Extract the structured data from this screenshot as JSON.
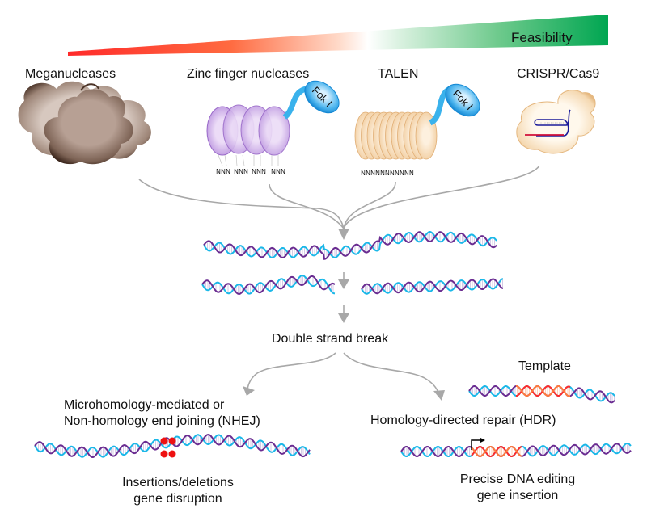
{
  "feasibility_bar": {
    "label": "Feasibility",
    "direction": "increasing left to right",
    "colors": {
      "low": "#ff2a2a",
      "mid": "#ffffff",
      "high": "#00a651"
    }
  },
  "nucleases": [
    {
      "id": "meganucleases",
      "label": "Meganucleases",
      "color": "#c9b8ae"
    },
    {
      "id": "zfn",
      "label": "Zinc finger nucleases",
      "color": "#b48ddb",
      "domain_label": "Fok I",
      "dna_recognition": [
        "NNN",
        "NNN",
        "NNN",
        "NNN"
      ]
    },
    {
      "id": "talen",
      "label": "TALEN",
      "color": "#f3d2a8",
      "domain_label": "Fok I",
      "dna_recognition": [
        "NNNNNNNNNNN"
      ]
    },
    {
      "id": "crispr",
      "label": "CRISPR/Cas9",
      "color": "#f7dcb4"
    }
  ],
  "flow": {
    "double_strand_break": "Double strand break",
    "nhej": {
      "title_line1": "Microhomology-mediated or",
      "title_line2": "Non-homology end joining (NHEJ)",
      "outcome_line1": "Insertions/deletions",
      "outcome_line2": "gene disruption"
    },
    "hdr": {
      "template_label": "Template",
      "title": "Homology-directed repair (HDR)",
      "outcome_line1": "Precise DNA editing",
      "outcome_line2": "gene insertion"
    }
  },
  "colors": {
    "dna_strand_a": "#1ab8e8",
    "dna_strand_b": "#6a2c91",
    "insert_strand_a": "#ff2b2b",
    "insert_strand_b": "#ff7a3c",
    "fok_domain": "#2aa0e6",
    "arrow": "#a8a8a8",
    "mutation_mark": "#ee1111"
  }
}
